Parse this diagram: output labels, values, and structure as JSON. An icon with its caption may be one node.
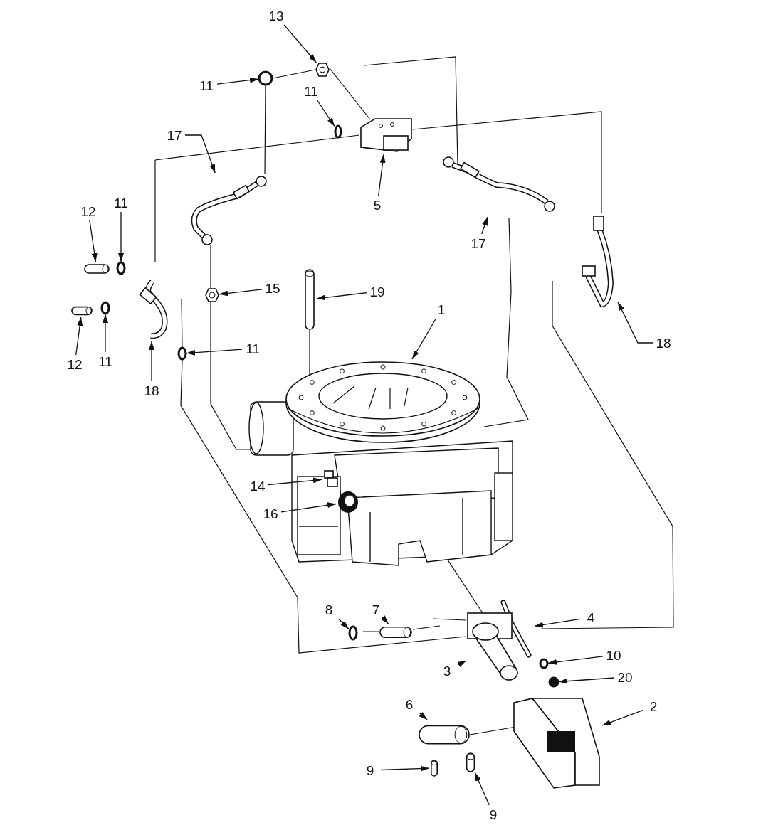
{
  "diagram": {
    "nodes": [
      {
        "text": [
          "13"
        ]
      },
      {
        "text": [],
        "shape": "hexagon"
      },
      {
        "text": [
          "11"
        ]
      },
      {
        "text": [],
        "shape": "circle"
      },
      {
        "text": [
          "11"
        ]
      },
      {
        "text": [],
        "shape": "circle"
      },
      {
        "text": [
          "17"
        ]
      },
      {
        "text": [],
        "shape": "picture"
      },
      {
        "text": [
          "5"
        ]
      },
      {
        "text": [],
        "shape": "box"
      },
      {
        "text": [
          "17"
        ]
      },
      {
        "text": [],
        "shape": "picture"
      },
      {
        "text": [
          "12"
        ]
      },
      {
        "text": [],
        "shape": "bar"
      },
      {
        "text": [
          "11"
        ]
      },
      {
        "text": [],
        "shape": "circle"
      },
      {
        "text": [
          "15"
        ]
      },
      {
        "text": [],
        "shape": "hexagon"
      },
      {
        "text": [
          "19"
        ]
      },
      {
        "text": [],
        "shape": "bar"
      },
      {
        "text": [
          "1"
        ]
      },
      {
        "text": [],
        "shape": "picture"
      },
      {
        "text": [
          "12"
        ]
      },
      {
        "text": [],
        "shape": "bar"
      },
      {
        "text": [
          "11"
        ]
      },
      {
        "text": [],
        "shape": "circle"
      },
      {
        "text": [
          "18"
        ]
      },
      {
        "text": [],
        "shape": "picture"
      },
      {
        "text": [
          "11"
        ]
      },
      {
        "text": [],
        "shape": "circle"
      },
      {
        "text": [
          "18"
        ]
      },
      {
        "text": [],
        "shape": "picture"
      },
      {
        "text": [
          "14"
        ]
      },
      {
        "text": [],
        "shape": "picture"
      },
      {
        "text": [
          "16"
        ]
      },
      {
        "text": [],
        "shape": "picture"
      },
      {
        "text": [
          "8"
        ]
      },
      {
        "text": [],
        "shape": "circle"
      },
      {
        "text": [
          "7"
        ]
      },
      {
        "text": [],
        "shape": "bar"
      },
      {
        "text": [
          "4"
        ]
      },
      {
        "text": [],
        "shape": "picture"
      },
      {
        "text": [
          "10"
        ]
      },
      {
        "text": [],
        "shape": "circle"
      },
      {
        "text": [
          "3"
        ]
      },
      {
        "text": [],
        "shape": "picture"
      },
      {
        "text": [
          "20"
        ]
      },
      {
        "text": [],
        "shape": "circle"
      },
      {
        "text": [
          "2"
        ]
      },
      {
        "text": [],
        "shape": "box"
      },
      {
        "text": [
          "6"
        ]
      },
      {
        "text": [],
        "shape": "bar"
      },
      {
        "text": [
          "9"
        ]
      },
      {
        "text": [],
        "shape": "bar"
      },
      {
        "text": [
          "9"
        ]
      },
      {
        "text": [],
        "shape": "bar"
      }
    ],
    "edges": [
      {
        "from": 0,
        "to": 1,
        "arrow": "to"
      },
      {
        "from": 2,
        "to": 3,
        "arrow": "to"
      },
      {
        "from": 4,
        "to": 5,
        "arrow": "to"
      },
      {
        "from": 6,
        "to": 7,
        "arrow": "to"
      },
      {
        "from": 8,
        "to": 9,
        "arrow": "to"
      },
      {
        "from": 10,
        "to": 11,
        "arrow": "to"
      },
      {
        "from": 12,
        "to": 13,
        "arrow": "to"
      },
      {
        "from": 14,
        "to": 15,
        "arrow": "to"
      },
      {
        "from": 16,
        "to": 17,
        "arrow": "to"
      },
      {
        "from": 18,
        "to": 19,
        "arrow": "to"
      },
      {
        "from": 20,
        "to": 21,
        "arrow": "to"
      },
      {
        "from": 22,
        "to": 23,
        "arrow": "to"
      },
      {
        "from": 24,
        "to": 25,
        "arrow": "to"
      },
      {
        "from": 26,
        "to": 27,
        "arrow": "to"
      },
      {
        "from": 28,
        "to": 29,
        "arrow": "to"
      },
      {
        "from": 30,
        "to": 31,
        "arrow": "to"
      },
      {
        "from": 32,
        "to": 33,
        "arrow": "to"
      },
      {
        "from": 34,
        "to": 35,
        "arrow": "to"
      },
      {
        "from": 36,
        "to": 37,
        "arrow": "to"
      },
      {
        "from": 38,
        "to": 39,
        "arrow": "to"
      },
      {
        "from": 40,
        "to": 41,
        "arrow": "to"
      },
      {
        "from": 42,
        "to": 43,
        "arrow": "to"
      },
      {
        "from": 44,
        "to": 45,
        "arrow": "to"
      },
      {
        "from": 46,
        "to": 47,
        "arrow": "to"
      },
      {
        "from": 48,
        "to": 49,
        "arrow": "to"
      },
      {
        "from": 50,
        "to": 51,
        "arrow": "to"
      },
      {
        "from": 52,
        "to": 53,
        "arrow": "to"
      },
      {
        "from": 54,
        "to": 55,
        "arrow": "to"
      }
    ]
  }
}
